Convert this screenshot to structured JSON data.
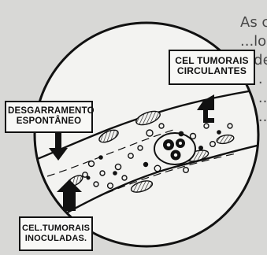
{
  "background_text": [
    "As células tumorais circu-",
    "...los da circula-",
    "...dendo as células",
    "... . Modificação",
    "... ... ... ...",
    "... ... a ... re"
  ],
  "labels": {
    "circulating": {
      "line1": "CEL TUMORAIS",
      "line2": "CIRCULANTES"
    },
    "spontaneous": {
      "line1": "DESGARRAMENTO",
      "line2": "ESPONTÂNEO"
    },
    "inoculated": {
      "line1": "CEL.TUMORAIS",
      "line2": "INOCULADAS."
    }
  },
  "colors": {
    "page": "#d8d8d6",
    "circle_fill": "#f3f3f1",
    "ink": "#111111",
    "label_fill": "#f8f8f6"
  }
}
